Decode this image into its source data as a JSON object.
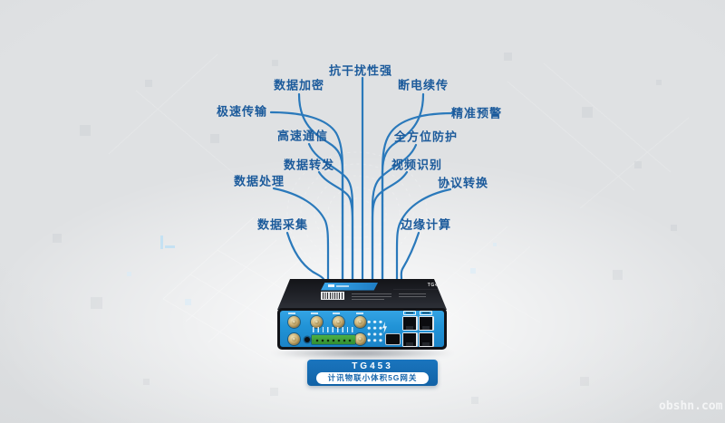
{
  "watermark": "obshn.com",
  "colors": {
    "line_blue": "#2a79bb",
    "label_text": "#1b5a9b",
    "badge_blue": "#1468af",
    "panel_blue": "#2193d6",
    "background_gray": "#d9dbdd"
  },
  "features": [
    {
      "id": "anti-interference",
      "label": "抗干扰性强"
    },
    {
      "id": "data-encryption",
      "label": "数据加密"
    },
    {
      "id": "power-off-resume",
      "label": "断电续传"
    },
    {
      "id": "fast-transmission",
      "label": "极速传输"
    },
    {
      "id": "precise-warning",
      "label": "精准预警"
    },
    {
      "id": "high-speed-comm",
      "label": "高速通信"
    },
    {
      "id": "all-round-protection",
      "label": "全方位防护"
    },
    {
      "id": "data-forwarding",
      "label": "数据转发"
    },
    {
      "id": "video-recognition",
      "label": "视频识别"
    },
    {
      "id": "data-processing",
      "label": "数据处理"
    },
    {
      "id": "protocol-conversion",
      "label": "协议转换"
    },
    {
      "id": "data-collection",
      "label": "数据采集"
    },
    {
      "id": "edge-computing",
      "label": "边缘计算"
    }
  ],
  "device": {
    "top_text": "TG453",
    "badge": {
      "model": "TG453",
      "subtitle": "计讯物联小体积5G网关"
    }
  }
}
